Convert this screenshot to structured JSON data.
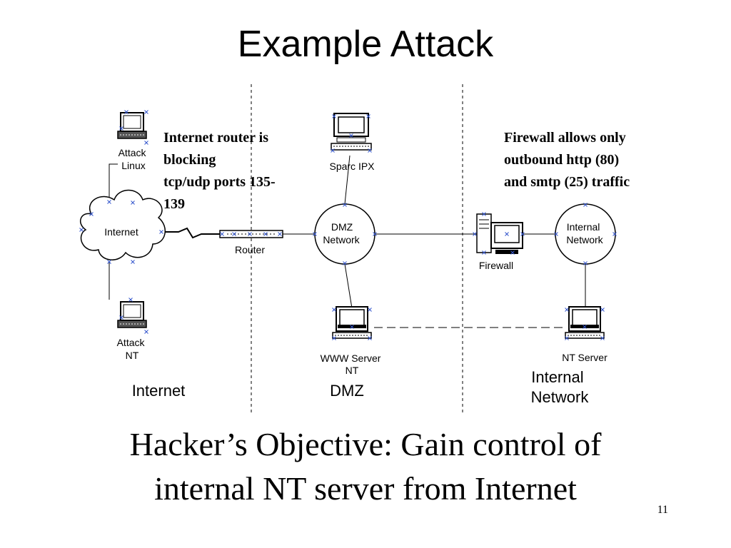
{
  "title": "Example Attack",
  "notes": {
    "router_note": "Internet router is\nblocking\ntcp/udp ports 135-\n139",
    "firewall_note": "Firewall allows only\noutbound http (80)\nand smtp (25) traffic"
  },
  "nodes": {
    "attack_linux": "Attack\nLinux",
    "internet_cloud": "Internet",
    "attack_nt": "Attack\nNT",
    "router": "Router",
    "sparc_ipx": "Sparc IPX",
    "dmz_network": "DMZ\nNetwork",
    "www_server": "WWW Server\nNT",
    "firewall": "Firewall",
    "internal_network": "Internal\nNetwork",
    "nt_server": "NT Server"
  },
  "zones": {
    "internet": "Internet",
    "dmz": "DMZ",
    "internal": "Internal\nNetwork"
  },
  "objective": "Hacker’s Objective: Gain control of\ninternal NT server from Internet",
  "slide_number": "11"
}
